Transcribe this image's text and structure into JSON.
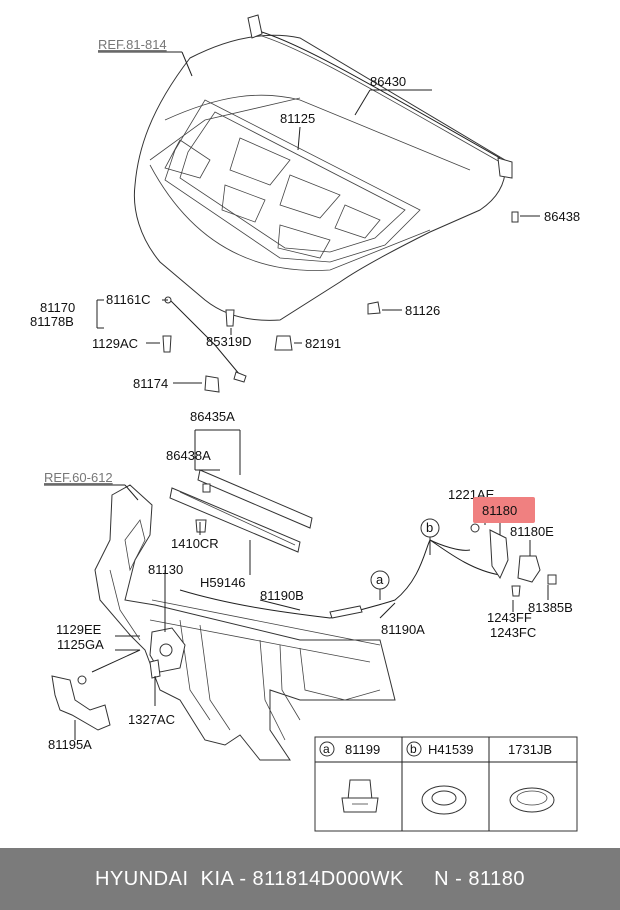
{
  "refs": {
    "hood_ref": "REF.81-814",
    "panel_ref": "REF.60-612"
  },
  "labels": {
    "p86430": "86430",
    "p81125": "81125",
    "p86438": "86438",
    "p81126": "81126",
    "p81170": "81170",
    "p81178B": "81178B",
    "p81161C": "81161C",
    "p1129AC": "1129AC",
    "p85319D": "85319D",
    "p82191": "82191",
    "p81174": "81174",
    "p86435A": "86435A",
    "p86438A": "86438A",
    "p1410CR": "1410CR",
    "pH59146": "H59146",
    "p1221AE": "1221AE",
    "p81180": "81180",
    "p81180E": "81180E",
    "p81130": "81130",
    "p81190B": "81190B",
    "p81190A": "81190A",
    "p1243FF": "1243FF",
    "p1243FC": "1243FC",
    "p81385B": "81385B",
    "p1129EE": "1129EE",
    "p1125GA": "1125GA",
    "p1327AC": "1327AC",
    "p81195A": "81195A"
  },
  "callouts": {
    "a": "a",
    "b": "b"
  },
  "parts_table": [
    {
      "letter": "a",
      "code": "81199"
    },
    {
      "letter": "b",
      "code": "H41539"
    },
    {
      "letter": "",
      "code": "1731JB"
    }
  ],
  "highlight_color": "#f08080",
  "footer": {
    "text": "HYUNDAI  KIA - 811814D000WK     N - 81180"
  }
}
